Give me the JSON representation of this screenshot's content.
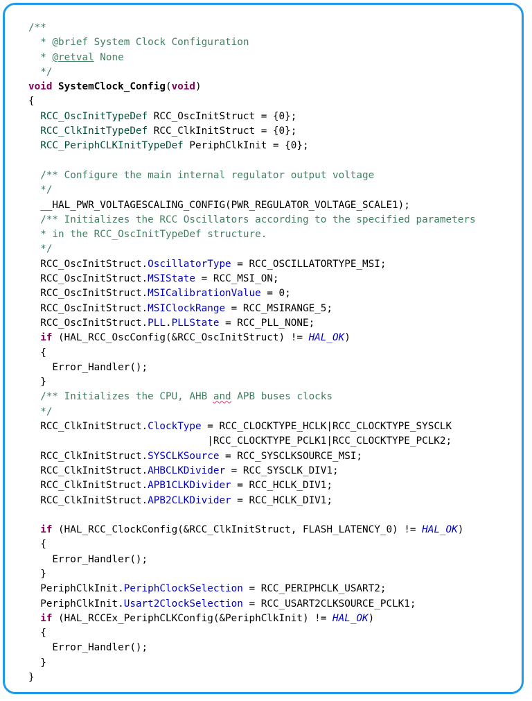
{
  "editor": {
    "lines": [
      [
        {
          "s": "c",
          "t": "/**"
        }
      ],
      [
        {
          "s": "c",
          "t": "  * @brief System Clock Configuration"
        }
      ],
      [
        {
          "s": "c",
          "t": "  * "
        },
        {
          "s": "cu",
          "t": "@retval"
        },
        {
          "s": "c",
          "t": " None"
        }
      ],
      [
        {
          "s": "c",
          "t": "  */"
        }
      ],
      [
        {
          "s": "k",
          "t": "void"
        },
        {
          "s": "",
          "t": " "
        },
        {
          "s": "f",
          "t": "SystemClock_Config"
        },
        {
          "s": "",
          "t": "("
        },
        {
          "s": "k",
          "t": "void"
        },
        {
          "s": "",
          "t": ")"
        }
      ],
      [
        {
          "s": "",
          "t": "{"
        }
      ],
      [
        {
          "s": "t",
          "t": "  RCC_OscInitTypeDef"
        },
        {
          "s": "",
          "t": " RCC_OscInitStruct = {0};"
        }
      ],
      [
        {
          "s": "t",
          "t": "  RCC_ClkInitTypeDef"
        },
        {
          "s": "",
          "t": " RCC_ClkInitStruct = {0};"
        }
      ],
      [
        {
          "s": "t",
          "t": "  RCC_PeriphCLKInitTypeDef"
        },
        {
          "s": "",
          "t": " PeriphClkInit = {0};"
        }
      ],
      [
        {
          "s": "",
          "t": ""
        }
      ],
      [
        {
          "s": "c",
          "t": "  /** Configure the main internal regulator output voltage"
        }
      ],
      [
        {
          "s": "c",
          "t": "  */"
        }
      ],
      [
        {
          "s": "",
          "t": "  __HAL_PWR_VOLTAGESCALING_CONFIG(PWR_REGULATOR_VOLTAGE_SCALE1);"
        }
      ],
      [
        {
          "s": "c",
          "t": "  /** Initializes the RCC Oscillators according to the specified parameters"
        }
      ],
      [
        {
          "s": "c",
          "t": "  * in the RCC_OscInitTypeDef structure."
        }
      ],
      [
        {
          "s": "c",
          "t": "  */"
        }
      ],
      [
        {
          "s": "",
          "t": "  RCC_OscInitStruct."
        },
        {
          "s": "m",
          "t": "OscillatorType"
        },
        {
          "s": "",
          "t": " = RCC_OSCILLATORTYPE_MSI;"
        }
      ],
      [
        {
          "s": "",
          "t": "  RCC_OscInitStruct."
        },
        {
          "s": "m",
          "t": "MSIState"
        },
        {
          "s": "",
          "t": " = RCC_MSI_ON;"
        }
      ],
      [
        {
          "s": "",
          "t": "  RCC_OscInitStruct."
        },
        {
          "s": "m",
          "t": "MSICalibrationValue"
        },
        {
          "s": "",
          "t": " = 0;"
        }
      ],
      [
        {
          "s": "",
          "t": "  RCC_OscInitStruct."
        },
        {
          "s": "m",
          "t": "MSIClockRange"
        },
        {
          "s": "",
          "t": " = RCC_MSIRANGE_5;"
        }
      ],
      [
        {
          "s": "",
          "t": "  RCC_OscInitStruct."
        },
        {
          "s": "m",
          "t": "PLL"
        },
        {
          "s": "",
          "t": "."
        },
        {
          "s": "m",
          "t": "PLLState"
        },
        {
          "s": "",
          "t": " = RCC_PLL_NONE;"
        }
      ],
      [
        {
          "s": "k",
          "t": "  if"
        },
        {
          "s": "",
          "t": " (HAL_RCC_OscConfig(&RCC_OscInitStruct) != "
        },
        {
          "s": "e",
          "t": "HAL_OK"
        },
        {
          "s": "",
          "t": ")"
        }
      ],
      [
        {
          "s": "",
          "t": "  {"
        }
      ],
      [
        {
          "s": "",
          "t": "    Error_Handler();"
        }
      ],
      [
        {
          "s": "",
          "t": "  }"
        }
      ],
      [
        {
          "s": "c",
          "t": "  /** Initializes the CPU, AHB "
        },
        {
          "s": "csq",
          "t": "and"
        },
        {
          "s": "c",
          "t": " APB buses clocks"
        }
      ],
      [
        {
          "s": "c",
          "t": "  */"
        }
      ],
      [
        {
          "s": "",
          "t": "  RCC_ClkInitStruct."
        },
        {
          "s": "m",
          "t": "ClockType"
        },
        {
          "s": "",
          "t": " = RCC_CLOCKTYPE_HCLK|RCC_CLOCKTYPE_SYSCLK"
        }
      ],
      [
        {
          "s": "",
          "t": "                              |RCC_CLOCKTYPE_PCLK1|RCC_CLOCKTYPE_PCLK2;"
        }
      ],
      [
        {
          "s": "",
          "t": "  RCC_ClkInitStruct."
        },
        {
          "s": "m",
          "t": "SYSCLKSource"
        },
        {
          "s": "",
          "t": " = RCC_SYSCLKSOURCE_MSI;"
        }
      ],
      [
        {
          "s": "",
          "t": "  RCC_ClkInitStruct."
        },
        {
          "s": "m",
          "t": "AHBCLKDivider"
        },
        {
          "s": "",
          "t": " = RCC_SYSCLK_DIV1;"
        }
      ],
      [
        {
          "s": "",
          "t": "  RCC_ClkInitStruct."
        },
        {
          "s": "m",
          "t": "APB1CLKDivider"
        },
        {
          "s": "",
          "t": " = RCC_HCLK_DIV1;"
        }
      ],
      [
        {
          "s": "",
          "t": "  RCC_ClkInitStruct."
        },
        {
          "s": "m",
          "t": "APB2CLKDivider"
        },
        {
          "s": "",
          "t": " = RCC_HCLK_DIV1;"
        }
      ],
      [
        {
          "s": "",
          "t": ""
        }
      ],
      [
        {
          "s": "k",
          "t": "  if"
        },
        {
          "s": "",
          "t": " (HAL_RCC_ClockConfig(&RCC_ClkInitStruct, FLASH_LATENCY_0) != "
        },
        {
          "s": "e",
          "t": "HAL_OK"
        },
        {
          "s": "",
          "t": ")"
        }
      ],
      [
        {
          "s": "",
          "t": "  {"
        }
      ],
      [
        {
          "s": "",
          "t": "    Error_Handler();"
        }
      ],
      [
        {
          "s": "",
          "t": "  }"
        }
      ],
      [
        {
          "s": "",
          "t": "  PeriphClkInit."
        },
        {
          "s": "m",
          "t": "PeriphClockSelection"
        },
        {
          "s": "",
          "t": " = RCC_PERIPHCLK_USART2;"
        }
      ],
      [
        {
          "s": "",
          "t": "  PeriphClkInit."
        },
        {
          "s": "m",
          "t": "Usart2ClockSelection"
        },
        {
          "s": "",
          "t": " = RCC_USART2CLKSOURCE_PCLK1;"
        }
      ],
      [
        {
          "s": "k",
          "t": "  if"
        },
        {
          "s": "",
          "t": " (HAL_RCCEx_PeriphCLKConfig(&PeriphClkInit) != "
        },
        {
          "s": "e",
          "t": "HAL_OK"
        },
        {
          "s": "",
          "t": ")"
        }
      ],
      [
        {
          "s": "",
          "t": "  {"
        }
      ],
      [
        {
          "s": "",
          "t": "    Error_Handler();"
        }
      ],
      [
        {
          "s": "",
          "t": "  }"
        }
      ],
      [
        {
          "s": "",
          "t": "}"
        }
      ]
    ]
  },
  "colors": {
    "frame_border": "#1e9be8",
    "comment": "#3f7f5f",
    "keyword": "#7f0055",
    "type": "#005032",
    "member": "#0000c0",
    "squiggle": "#e0307a"
  }
}
